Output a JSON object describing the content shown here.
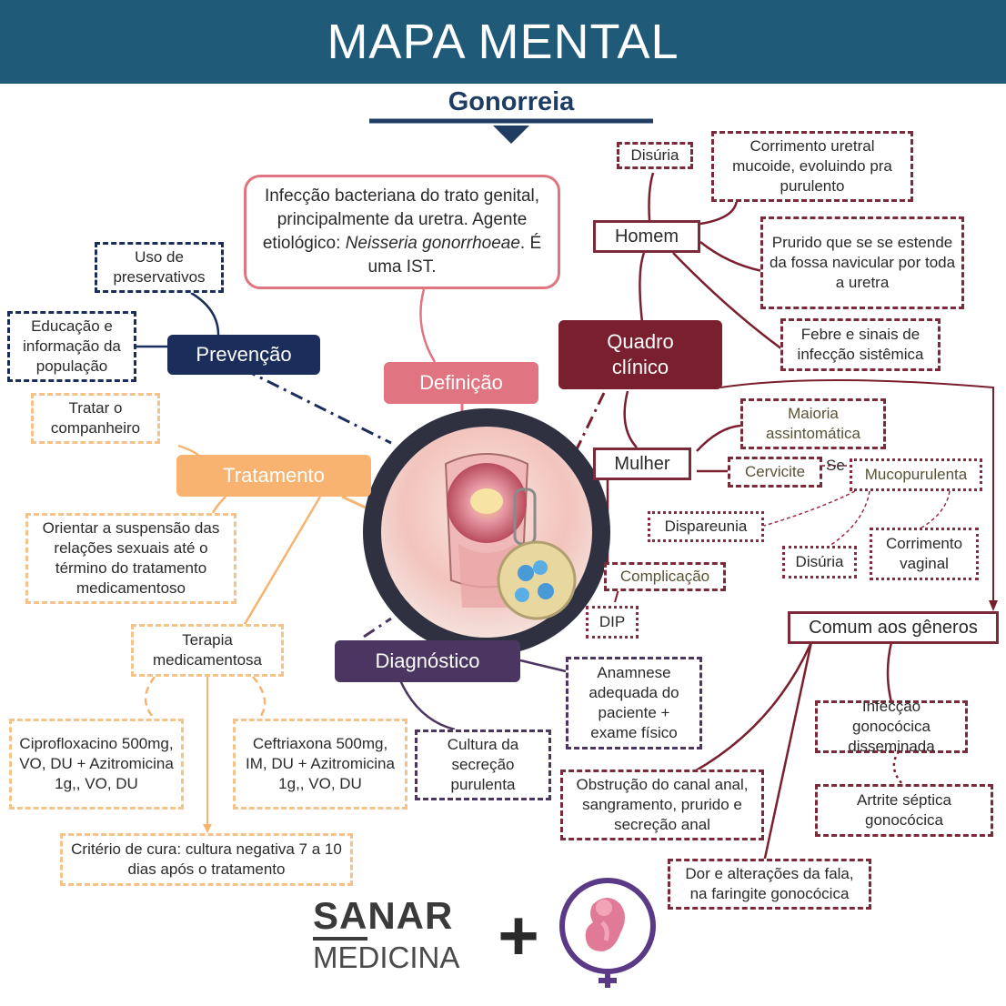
{
  "header": {
    "title": "MAPA MENTAL",
    "subtitle": "Gonorreia"
  },
  "definicao": {
    "label": "Definição",
    "text_1": "Infecção bacteriana do trato genital, principalmente da uretra. Agente etiológico: ",
    "text_em": "Neisseria gonorrhoeae",
    "text_2": ". É uma IST."
  },
  "prevencao": {
    "label": "Prevenção",
    "items": [
      "Uso de preservativos",
      "Educação e informação da população"
    ]
  },
  "tratamento": {
    "label": "Tratamento",
    "items": [
      "Tratar o companheiro",
      "Orientar a suspensão das relações sexuais até o término do tratamento medicamentoso"
    ],
    "terapia": "Terapia medicamentosa",
    "regimes": [
      "Ciprofloxacino 500mg, VO, DU + Azitromicina 1g,, VO, DU",
      "Ceftriaxona 500mg, IM, DU + Azitromicina 1g,, VO, DU"
    ],
    "criterio": "Critério de cura: cultura negativa 7 a 10 dias após o tratamento"
  },
  "diagnostico": {
    "label": "Diagnóstico",
    "items": [
      "Cultura da secreção purulenta",
      "Anamnese adequada do paciente + exame físico"
    ]
  },
  "quadro": {
    "label_1": "Quadro",
    "label_2": "clínico",
    "homem": {
      "label": "Homem",
      "items": [
        "Disúria",
        "Corrimento uretral mucoide, evoluindo pra purulento",
        "Prurido que se se estende da fossa navicular por toda a uretra",
        "Febre e sinais de infecção sistêmica"
      ]
    },
    "mulher": {
      "label": "Mulher",
      "maioria": "Maioria assintomática",
      "cervicite": "Cervicite",
      "se": "Se",
      "mucopurulenta": "Mucopurulenta",
      "dispareunia": "Dispareunia",
      "disuria": "Disúria",
      "corrimento": "Corrimento vaginal",
      "complicacao": "Complicação",
      "dip": "DIP"
    },
    "comum": {
      "label": "Comum aos gêneros",
      "items": [
        "Infecção gonocócica disseminada",
        "Artrite séptica gonocócica",
        "Obstrução do canal anal, sangramento, prurido e secreção anal",
        "Dor e alterações da fala, na faringite gonocócica"
      ]
    }
  },
  "footer": {
    "brand_1": "SANAR",
    "brand_2": "MEDICINA",
    "plus": "+"
  },
  "colors": {
    "header_bg": "#1f5a78",
    "prevencao": "#1b2d5a",
    "definicao": "#e07480",
    "tratamento": "#f7b36f",
    "diagnostico": "#4a3660",
    "quadro": "#7a1f2e"
  },
  "icons": [
    "center-illustration",
    "logo-icon",
    "plus-icon"
  ]
}
